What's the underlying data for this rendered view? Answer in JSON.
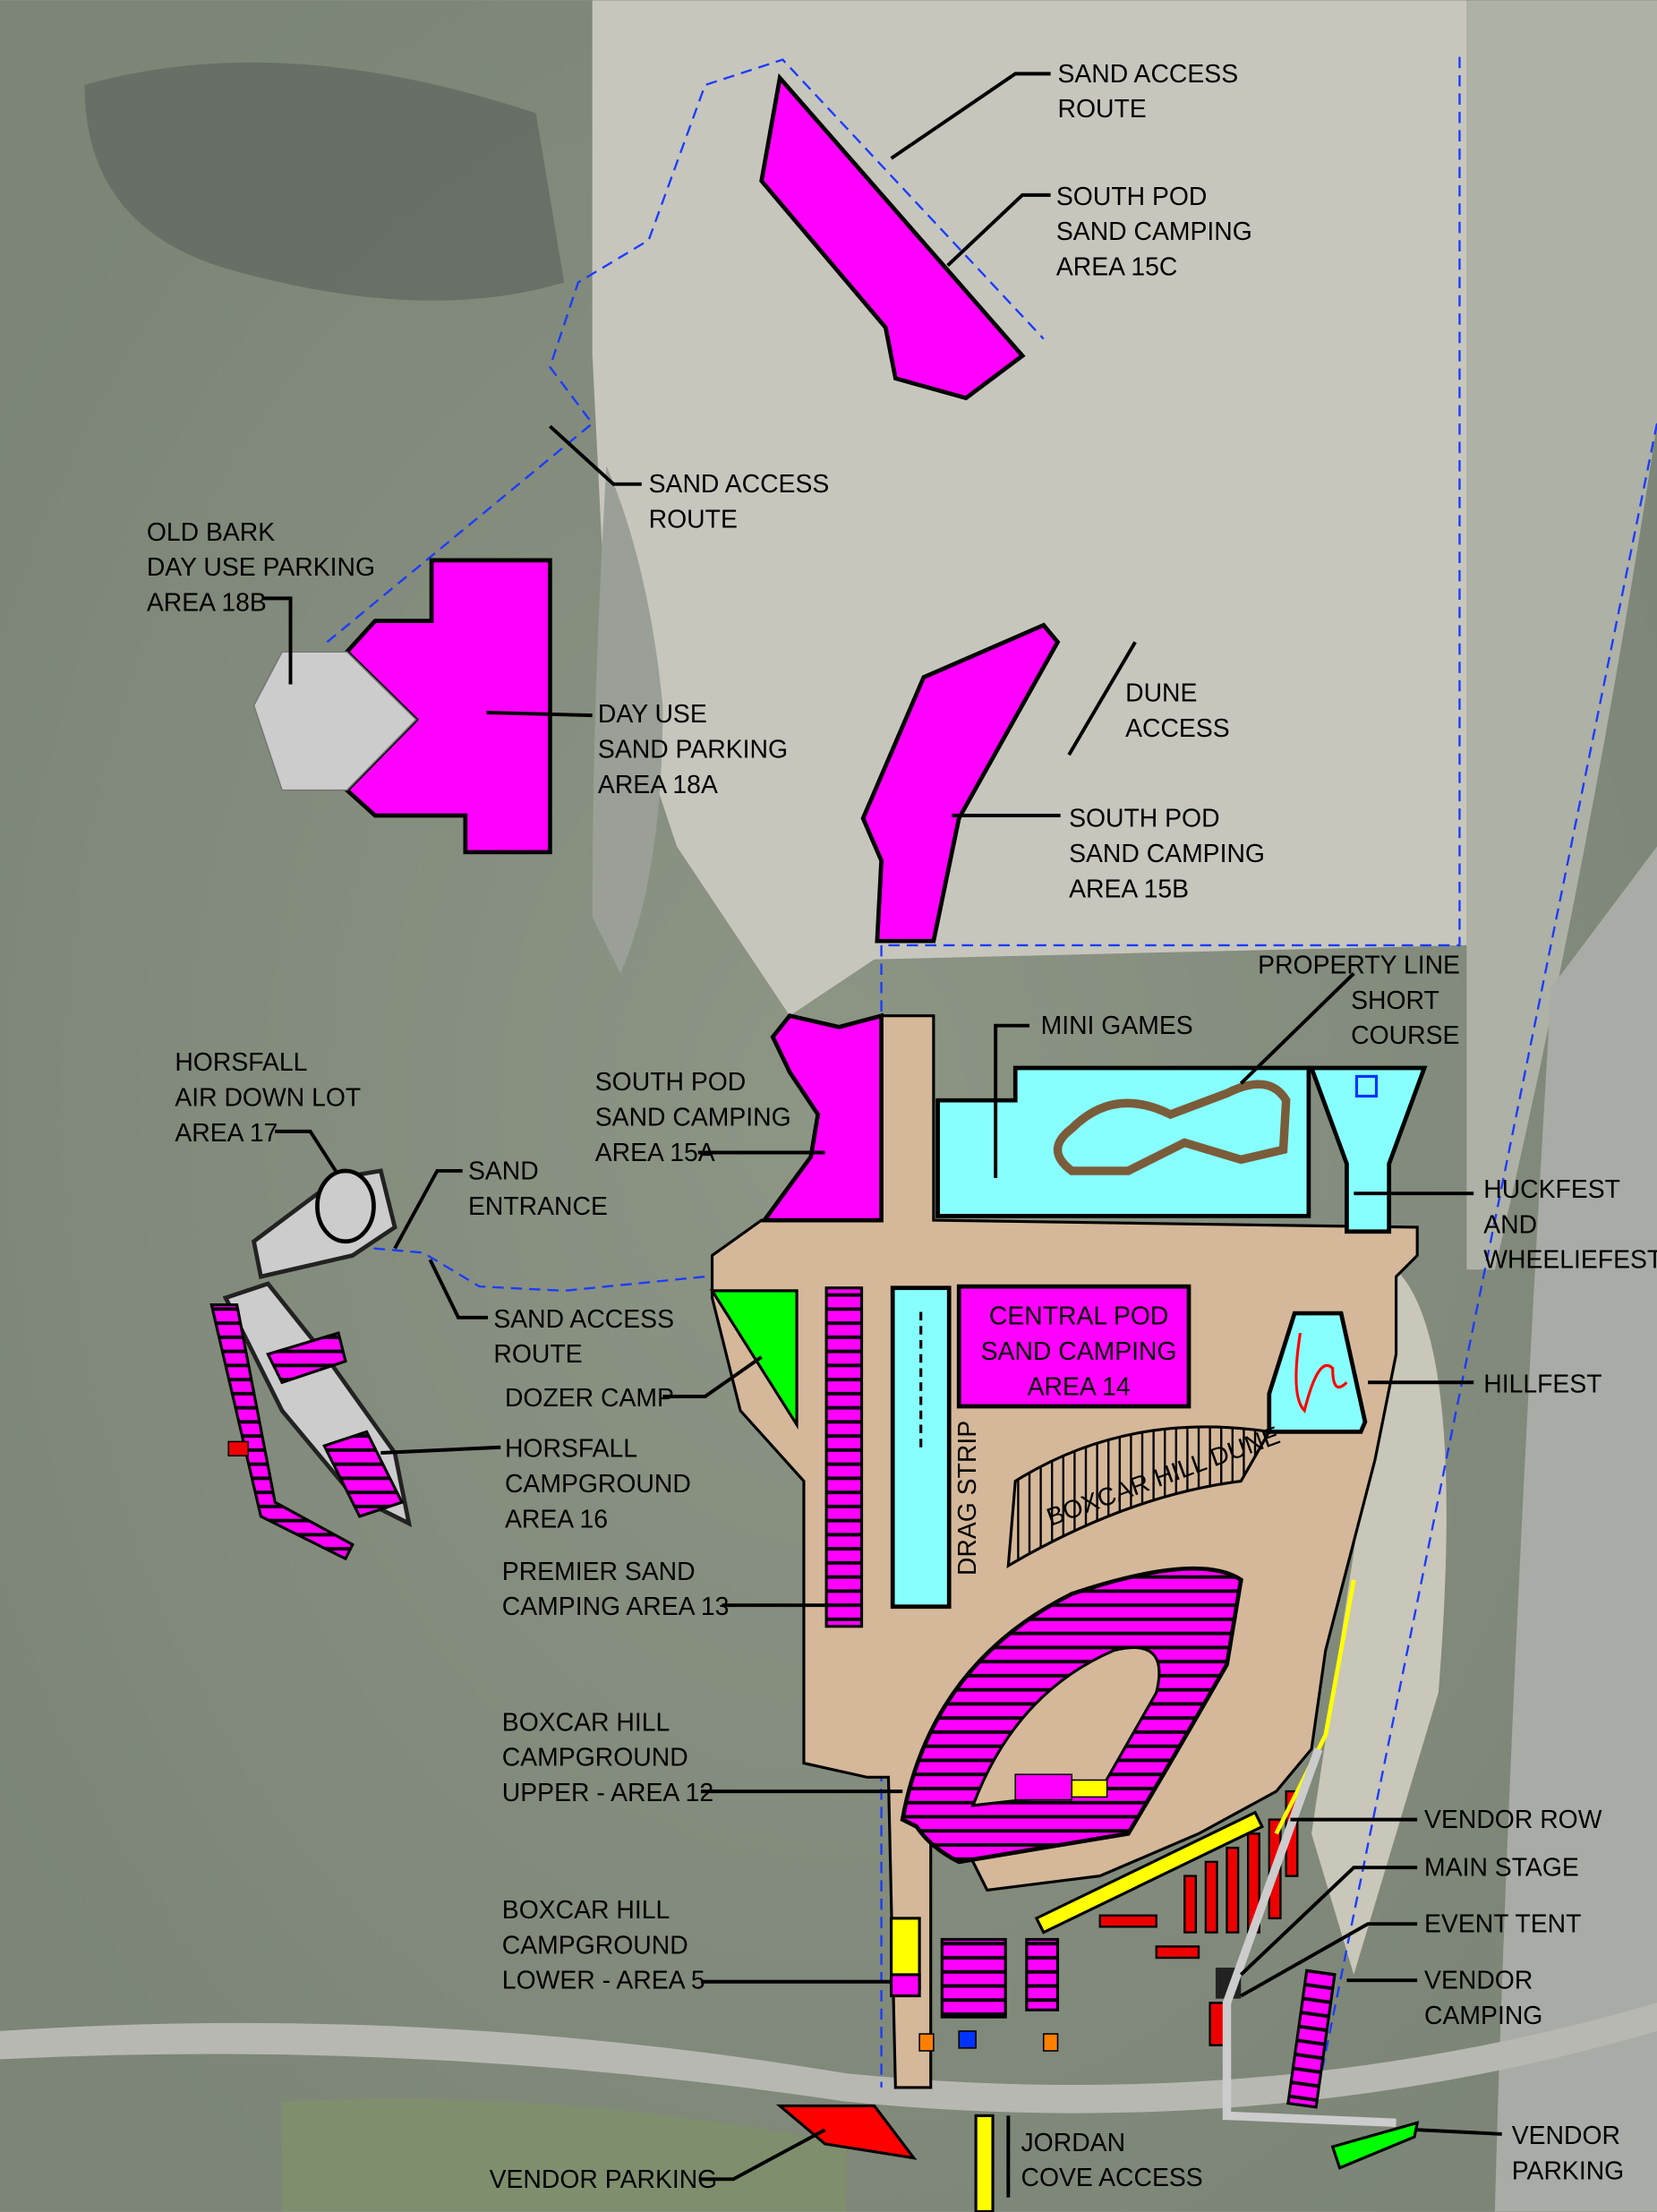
{
  "map": {
    "colors": {
      "camping": "#ff00ff",
      "events": "#88ffff",
      "pad": "#d5b899",
      "dozer": "#00ff00",
      "vendor": "#ff0000",
      "stage": "#ffff00",
      "property_line": "#1a3cff"
    },
    "labels": {
      "sand_access_top": [
        "SAND ACCESS",
        "ROUTE"
      ],
      "area_15c": [
        "SOUTH POD",
        "SAND CAMPING",
        "AREA 15C"
      ],
      "sand_access_mid": [
        "SAND ACCESS",
        "ROUTE"
      ],
      "area_18b": [
        "OLD BARK",
        "DAY USE PARKING",
        "AREA 18B"
      ],
      "area_18a": [
        "DAY USE",
        "SAND PARKING",
        "AREA 18A"
      ],
      "dune_access": [
        "DUNE",
        "ACCESS"
      ],
      "area_15b": [
        "SOUTH POD",
        "SAND CAMPING",
        "AREA 15B"
      ],
      "property_line": "PROPERTY LINE",
      "short_course": [
        "SHORT",
        "COURSE"
      ],
      "mini_games": "MINI GAMES",
      "area_17": [
        "HORSFALL",
        "AIR DOWN LOT",
        "AREA 17"
      ],
      "area_15a": [
        "SOUTH POD",
        "SAND CAMPING",
        "AREA 15A"
      ],
      "sand_entrance": [
        "SAND",
        "ENTRANCE"
      ],
      "huckfest": [
        "HUCKFEST",
        "AND",
        "WHEELIEFEST"
      ],
      "sand_access_low": [
        "SAND ACCESS",
        "ROUTE"
      ],
      "area_14": [
        "CENTRAL POD",
        "SAND CAMPING",
        "AREA 14"
      ],
      "dozer_camp": "DOZER CAMP",
      "hillfest": "HILLFEST",
      "area_16": [
        "HORSFALL",
        "CAMPGROUND",
        "AREA 16"
      ],
      "drag_strip": "DRAG STRIP",
      "boxcar_dune": "BOXCAR HILL DUNE",
      "area_13": [
        "PREMIER SAND",
        "CAMPING AREA 13"
      ],
      "area_12": [
        "BOXCAR HILL",
        "CAMPGROUND",
        "UPPER - AREA 12"
      ],
      "vendor_row": "VENDOR ROW",
      "main_stage": "MAIN STAGE",
      "event_tent": "EVENT TENT",
      "vendor_camping": [
        "VENDOR",
        "CAMPING"
      ],
      "area_5": [
        "BOXCAR HILL",
        "CAMPGROUND",
        "LOWER - AREA 5"
      ],
      "vendor_parking_right": [
        "VENDOR",
        "PARKING"
      ],
      "jordan_cove": [
        "JORDAN",
        "COVE ACCESS"
      ],
      "vendor_parking_left": "VENDOR PARKING"
    }
  }
}
